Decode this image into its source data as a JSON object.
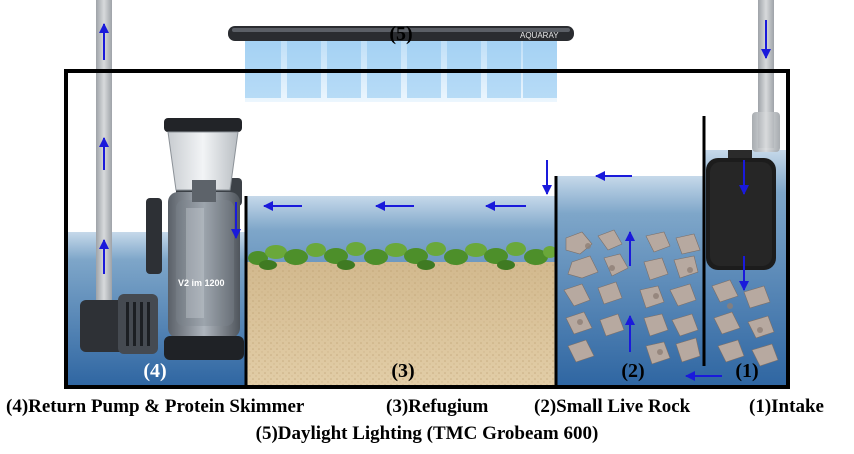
{
  "zones": [
    {
      "id": "zone-4",
      "label": "(4)"
    },
    {
      "id": "zone-3",
      "label": "(3)"
    },
    {
      "id": "zone-2",
      "label": "(2)"
    },
    {
      "id": "zone-1",
      "label": "(1)"
    },
    {
      "id": "zone-5",
      "label": "(5)"
    }
  ],
  "light": {
    "brand": "AQUARAY"
  },
  "skimmer": {
    "brand": "V2 im 1200"
  },
  "captions": {
    "line1": [
      "(4)Return Pump & Protein Skimmer",
      "(3)Refugium",
      "(2)Small Live Rock",
      "(1)Intake"
    ],
    "line2": "(5)Daylight Lighting (TMC Grobeam 600)"
  },
  "colors": {
    "arrow": "#1a1adb",
    "water_top": "#4f7fa8",
    "water_bottom": "#3a6fa6",
    "frame": "#000000",
    "sand": "#d9c29a",
    "pipe": "#b8bcc0"
  }
}
